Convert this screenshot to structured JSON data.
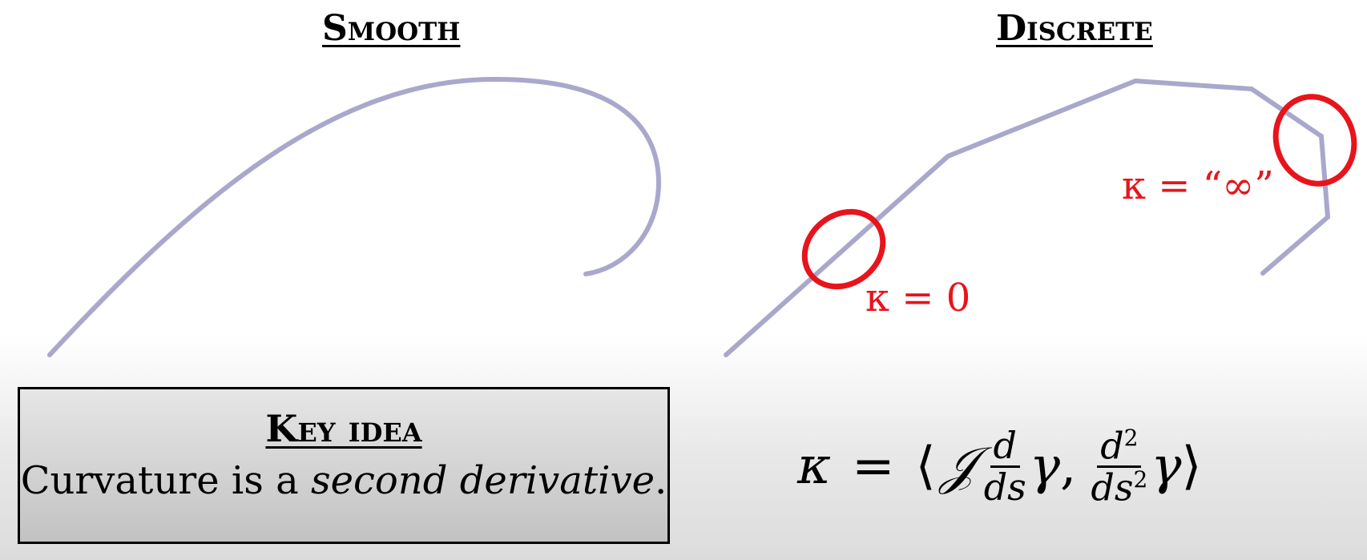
{
  "headings": {
    "smooth": "Smooth",
    "discrete": "Discrete"
  },
  "labels": {
    "kappa_zero": "κ = 0",
    "kappa_infinity": "κ = “∞”"
  },
  "key_idea": {
    "title": "Key idea",
    "text_before": "Curvature is a ",
    "text_emphasis": "second derivative",
    "text_after": "."
  },
  "formula": {
    "lhs": "κ",
    "equals": "=",
    "open_bracket": "⟨",
    "J": "𝒥",
    "d_num": "d",
    "ds_den": "ds",
    "gamma": "γ",
    "comma": ",",
    "d2_num": "d",
    "d2_exp": "2",
    "ds2_den": "ds",
    "ds2_exp": "2",
    "close_bracket": "⟩"
  },
  "colors": {
    "curve": "#a9a8cc",
    "highlight": "#e8141c"
  }
}
